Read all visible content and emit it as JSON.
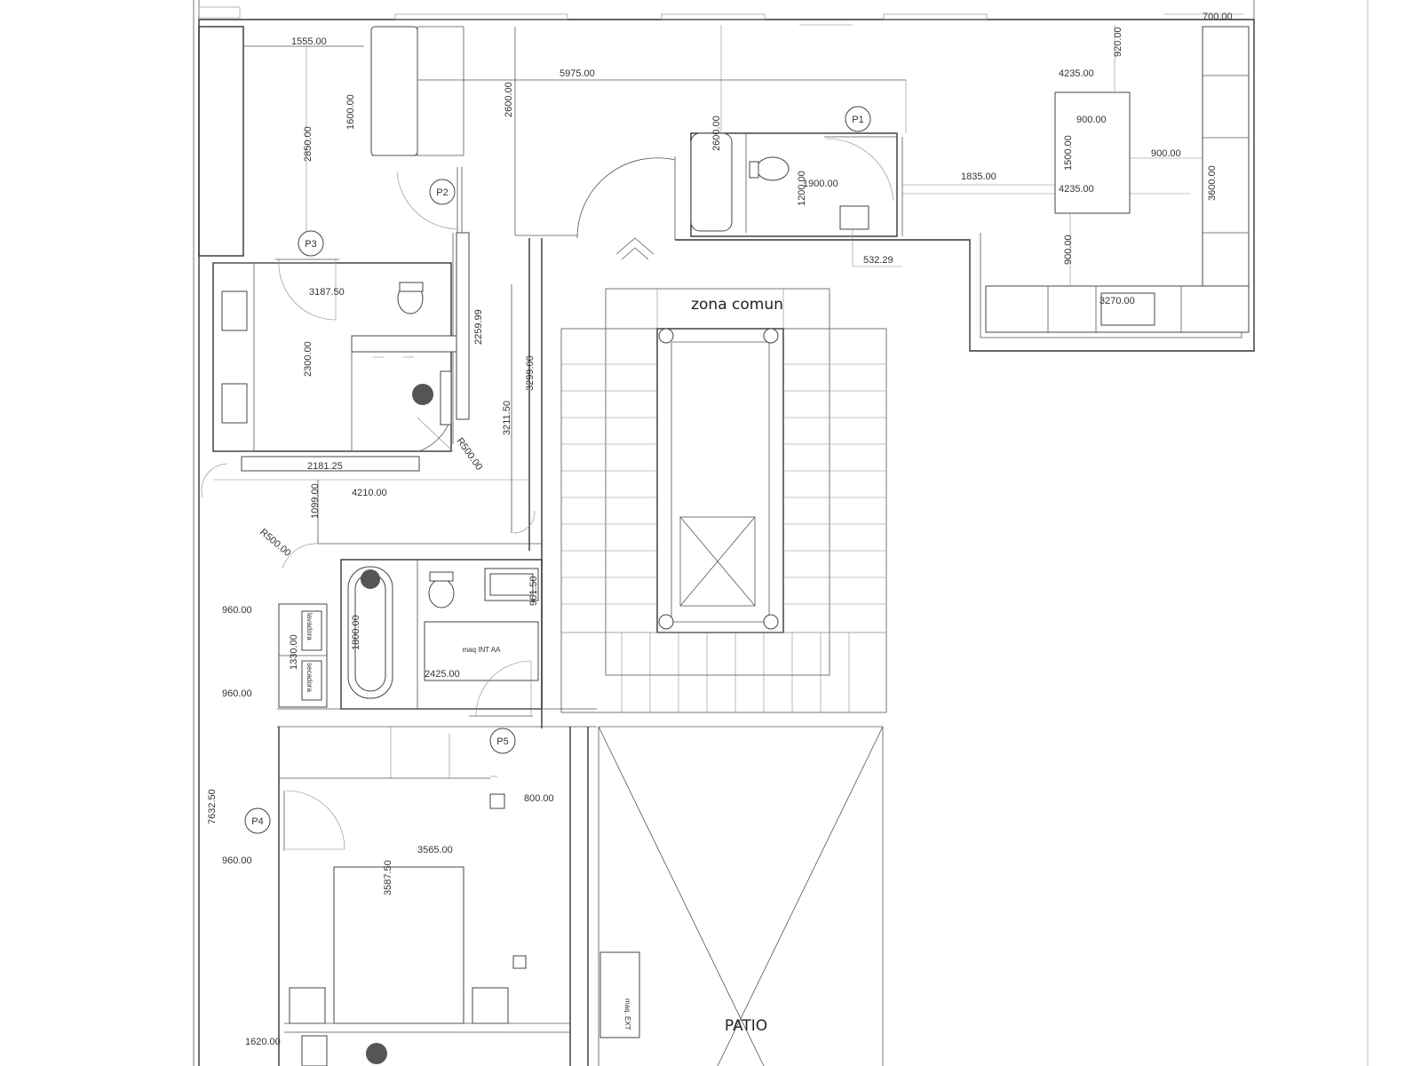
{
  "labels": {
    "zona_comun": "zona comun",
    "patio": "PATIO",
    "maq_int": "maq  INT AA",
    "maq_ext": "maq. EXT",
    "lavadora": "lavadora",
    "secadora": "secadora"
  },
  "doors": {
    "p1": "P1",
    "p2": "P2",
    "p3": "P3",
    "p4": "P4",
    "p5": "P5"
  },
  "dims": {
    "d1555": "1555.00",
    "d5975": "5975.00",
    "d4235a": "4235.00",
    "d700": "700.00",
    "d920": "920.00",
    "d1600": "1600.00",
    "d2850": "2850.00",
    "d2600a": "2600.00",
    "d2600b": "2600.00",
    "d900a": "900.00",
    "d900b": "900.00",
    "d1500": "1500.00",
    "d1835": "1835.00",
    "d4235b": "4235.00",
    "d3600": "3600.00",
    "d1900": "1900.00",
    "d1200": "1200.00",
    "d532": "532.29",
    "d900c": "900.00",
    "d3270": "3270.00",
    "d3187": "3187.50",
    "d2300": "2300.00",
    "d2259": "2259.99",
    "d3299": "3299.00",
    "d3211": "3211.50",
    "r500a": "R500.00",
    "d2181": "2181.25",
    "d4210": "4210.00",
    "d1099": "1099.00",
    "r500b": "R500.00",
    "d960a": "960.00",
    "d1330": "1330.00",
    "d1800": "1800.00",
    "d961": "961.50",
    "d2425": "2425.00",
    "d960b": "960.00",
    "d800": "800.00",
    "d7632": "7632.50",
    "d3565": "3565.00",
    "d960c": "960.00",
    "d3587": "3587.50",
    "d1620": "1620.00"
  }
}
